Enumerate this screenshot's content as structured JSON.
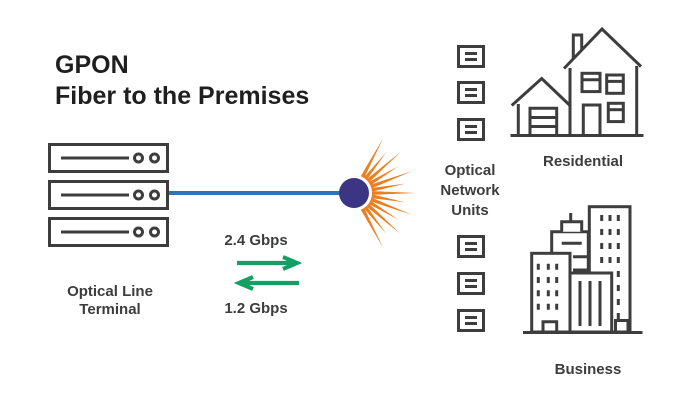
{
  "title": {
    "line1": "GPON",
    "line2": "Fiber to the Premises"
  },
  "olt": {
    "label_lines": [
      "Optical Line",
      "Terminal"
    ]
  },
  "fiber_link": {
    "downstream_rate": "2.4 Gbps",
    "upstream_rate": "1.2 Gbps"
  },
  "onu": {
    "label_lines": [
      "Optical",
      "Network",
      "Units"
    ],
    "unit_count": 6
  },
  "premises": {
    "residential_label": "Residential",
    "business_label": "Business"
  },
  "colors": {
    "fiber_blue": "#3273b7",
    "splitter_purple": "#3b3584",
    "ray_orange": "#ec7f22",
    "arrow_green": "#14a064",
    "icon_stroke": "#3d3d3d",
    "title_text": "#1f1f1f"
  }
}
